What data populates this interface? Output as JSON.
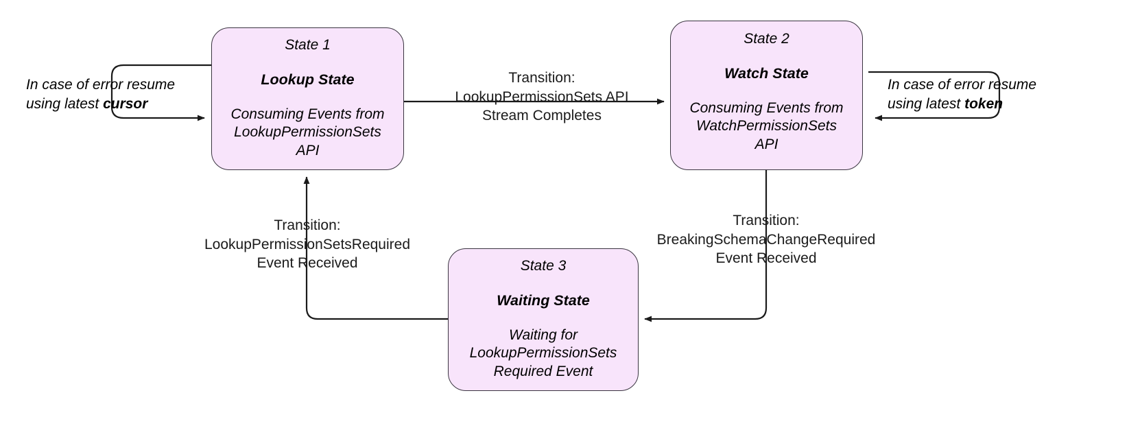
{
  "diagram": {
    "type": "state-machine",
    "title": "Permission Sets Event Consumption State Machine",
    "node_fill": "#f8e4fb",
    "node_stroke": "#3a3440",
    "edge_color": "#1a1a1a",
    "background": "#ffffff"
  },
  "states": [
    {
      "id": "State 1",
      "name": "Lookup State",
      "description": "Consuming Events from\nLookupPermissionSets\nAPI",
      "desc_lines": [
        "Consuming Events from",
        "LookupPermissionSets",
        "API"
      ]
    },
    {
      "id": "State 2",
      "name": "Watch State",
      "description": "Consuming Events from\nWatchPermissionSets\nAPI",
      "desc_lines": [
        "Consuming Events from",
        "WatchPermissionSets",
        "API"
      ]
    },
    {
      "id": "State 3",
      "name": "Waiting State",
      "description": "Waiting for\nLookupPermissionSets\nRequired Event",
      "desc_lines": [
        "Waiting for",
        "LookupPermissionSets",
        "Required Event"
      ]
    }
  ],
  "transitions": [
    {
      "from": "State 1",
      "to": "State 2",
      "lines": [
        "Transition:",
        "LookupPermissionSets API",
        "Stream Completes"
      ]
    },
    {
      "from": "State 2",
      "to": "State 3",
      "lines": [
        "Transition:",
        "BreakingSchemaChangeRequired",
        "Event Received"
      ]
    },
    {
      "from": "State 3",
      "to": "State 1",
      "lines": [
        "Transition:",
        "LookupPermissionSetsRequired",
        "Event Received"
      ]
    }
  ],
  "self_loops": [
    {
      "state": "State 1",
      "line1": "In case of error resume",
      "line2_prefix": "using latest ",
      "line2_emphasis": "cursor"
    },
    {
      "state": "State 2",
      "line1": "In case of error resume",
      "line2_prefix": "using latest ",
      "line2_emphasis": "token"
    }
  ]
}
